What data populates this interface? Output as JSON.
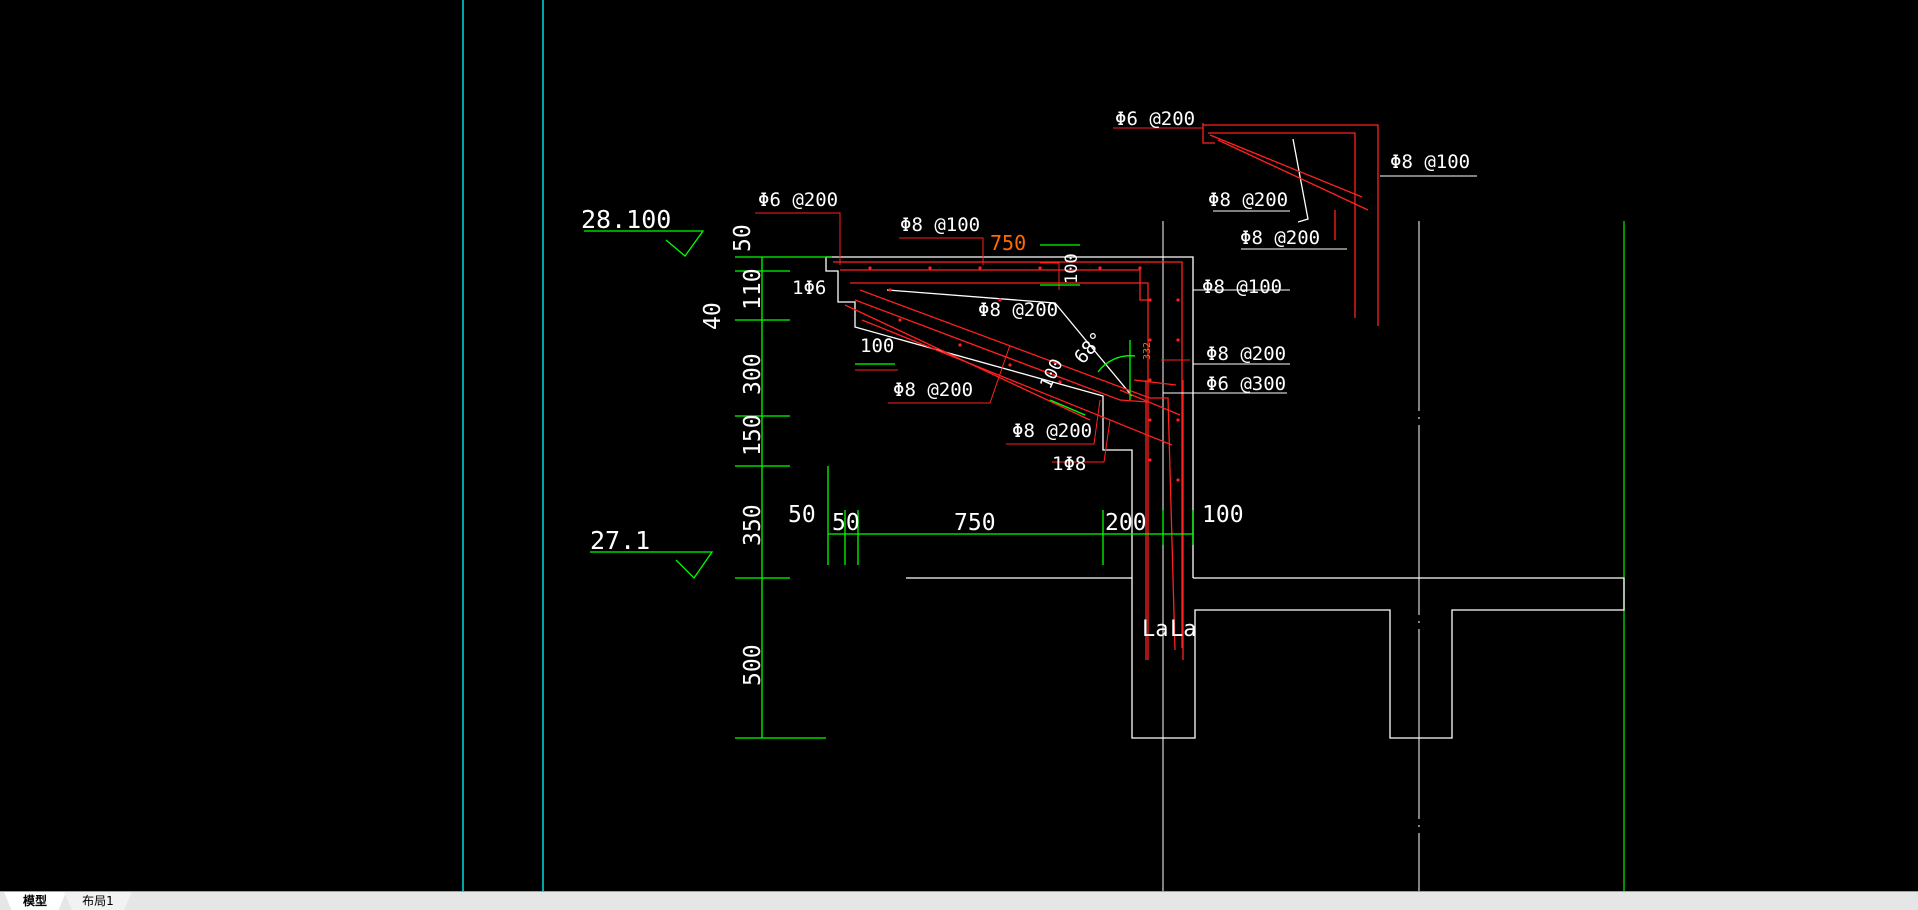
{
  "colors": {
    "background": "#000000",
    "dimension": "#00ff00",
    "outline": "#ffffff",
    "rebar": "#ff2020",
    "axis": "#00ffff",
    "leader": "#ff2020",
    "orange": "#ff6a00"
  },
  "tabs": {
    "model": "模型",
    "layout1": "布局1"
  },
  "elevations": {
    "top": "28.100",
    "bottom": "27.1"
  },
  "vertical_dims": {
    "d50": "50",
    "d40": "40",
    "d110": "110",
    "d300": "300",
    "d150": "150",
    "d350": "350",
    "d500": "500"
  },
  "horizontal_dims": {
    "d50a": "50",
    "d50b": "50",
    "d750": "750",
    "d200": "200",
    "d100": "100"
  },
  "annotations": {
    "phi6_200_left": "Φ6 @200",
    "phi8_100_top": "Φ8 @100",
    "dim750_top": "750",
    "one_phi6": "1Φ6",
    "dim100_slab": "100",
    "phi8_100_right": "Φ8 @100",
    "phi8_200_mid": "Φ8 @200",
    "dim100_small": "100",
    "angle68": "68°",
    "dim100_diag": "100",
    "dim332": "332",
    "phi8_200_right": "Φ8 @200",
    "phi6_300_right": "Φ6 @300",
    "phi8_200_lower": "Φ8 @200",
    "phi8_200_bottom": "Φ8 @200",
    "one_phi8": "1Φ8",
    "la1": "La",
    "la2": "La"
  },
  "detail": {
    "phi6_200": "Φ6 @200",
    "phi8_100": "Φ8 @100",
    "phi8_200a": "Φ8 @200",
    "phi8_200b": "Φ8 @200"
  }
}
